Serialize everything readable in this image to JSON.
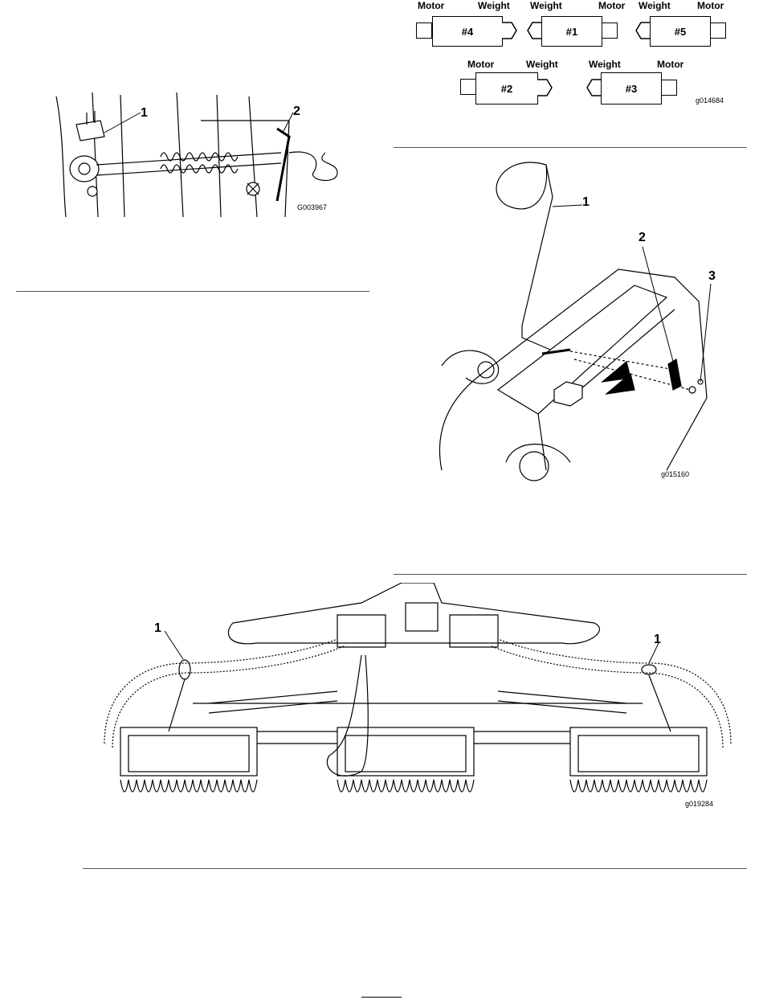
{
  "figure_adjuster": {
    "callouts": [
      "1",
      "2"
    ],
    "code": "G003967"
  },
  "figure_layout": {
    "top_row": [
      {
        "left_label": "Motor",
        "right_label": "Weight",
        "unit": "#4",
        "motor_side": "left"
      },
      {
        "left_label": "Weight",
        "right_label": "Motor",
        "unit": "#1",
        "motor_side": "right"
      },
      {
        "left_label": "Weight",
        "right_label": "Motor",
        "unit": "#5",
        "motor_side": "right"
      }
    ],
    "bottom_row": [
      {
        "left_label": "Motor",
        "right_label": "Weight",
        "unit": "#2",
        "motor_side": "left"
      },
      {
        "left_label": "Weight",
        "right_label": "Motor",
        "unit": "#3",
        "motor_side": "right"
      }
    ],
    "code": "g014684"
  },
  "figure_weight": {
    "callouts": [
      "1",
      "2",
      "3"
    ],
    "code": "g015160"
  },
  "figure_hoses": {
    "callouts": [
      "1",
      "1"
    ],
    "code": "g019284"
  }
}
